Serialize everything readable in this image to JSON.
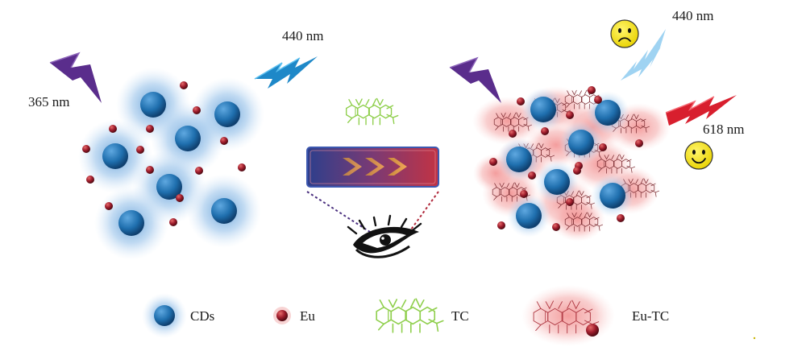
{
  "labels": {
    "left_uv": "365 nm",
    "left_blue": "440 nm",
    "right_blue": "440 nm",
    "right_red": "618 nm"
  },
  "legend": {
    "items": [
      {
        "key": "cds",
        "label": "CDs"
      },
      {
        "key": "eu",
        "label": "Eu"
      },
      {
        "key": "tc",
        "label": "TC"
      },
      {
        "key": "eutc",
        "label": "Eu-TC"
      }
    ]
  },
  "colors": {
    "cd_core": "#1f6fae",
    "cd_glow": "#7fb2e3",
    "eu": "#9e1c2c",
    "eu_glow": "#e58a8a",
    "tc_structure": "#8fcf4c",
    "eutc_glow": "#f2a0a0",
    "uv_bolt": "#5a2d8c",
    "blue_bolt": "#1e88c8",
    "pale_blue_bolt": "#9fd3f2",
    "red_bolt": "#d81f2e",
    "smiley": "#f5e100",
    "arrow_box_left": "#2d3f8c",
    "arrow_box_right": "#c23344"
  },
  "icons": {
    "sad": "sad-face-icon",
    "happy": "happy-face-icon",
    "eye": "eye-icon"
  }
}
